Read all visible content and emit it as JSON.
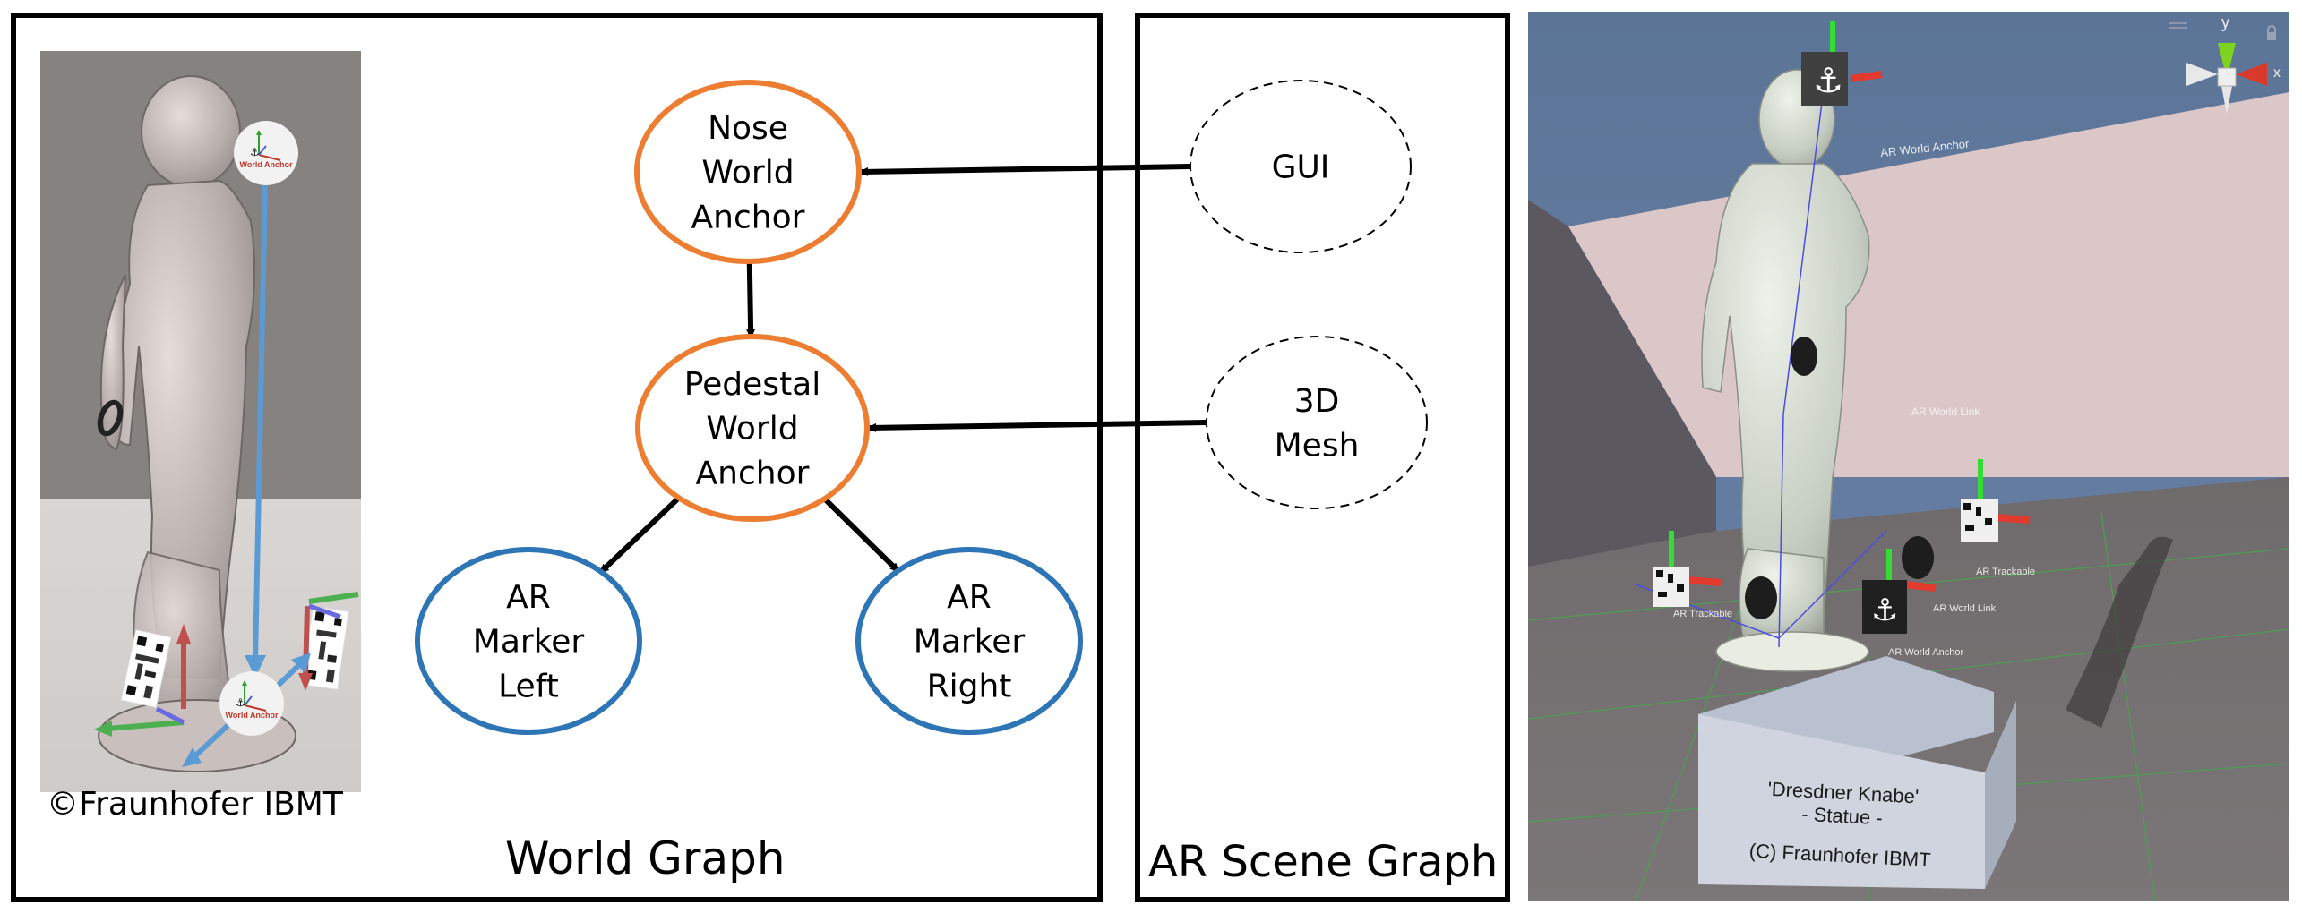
{
  "figure": {
    "left_photo": {
      "caption": "©Fraunhofer IBMT",
      "badges": [
        {
          "label": "World Anchor",
          "icon": "anchor-icon"
        },
        {
          "label": "World Anchor",
          "icon": "anchor-icon"
        }
      ]
    },
    "world_graph": {
      "title": "World Graph",
      "nodes": [
        {
          "id": "nose",
          "lines": [
            "Nose",
            "World",
            "Anchor"
          ],
          "color": "#ED7D31",
          "style": "solid"
        },
        {
          "id": "pedestal",
          "lines": [
            "Pedestal",
            "World",
            "Anchor"
          ],
          "color": "#ED7D31",
          "style": "solid"
        },
        {
          "id": "marker_left",
          "lines": [
            "AR",
            "Marker",
            "Left"
          ],
          "color": "#2E75B6",
          "style": "solid"
        },
        {
          "id": "marker_right",
          "lines": [
            "AR",
            "Marker",
            "Right"
          ],
          "color": "#2E75B6",
          "style": "solid"
        }
      ],
      "edges": [
        {
          "from": "nose",
          "to": "pedestal"
        },
        {
          "from": "pedestal",
          "to": "marker_left"
        },
        {
          "from": "pedestal",
          "to": "marker_right"
        }
      ]
    },
    "ar_scene_graph": {
      "title": "AR Scene Graph",
      "nodes": [
        {
          "id": "gui",
          "lines": [
            "GUI"
          ],
          "style": "dashed"
        },
        {
          "id": "mesh",
          "lines": [
            "3D",
            "Mesh"
          ],
          "style": "dashed"
        }
      ],
      "edges": [
        {
          "from": "gui",
          "to": "nose"
        },
        {
          "from": "mesh",
          "to": "pedestal"
        }
      ]
    },
    "scene_view": {
      "pedestal_label": [
        "'Dresdner Knabe'",
        "- Statue -",
        "(C) Fraunhofer IBMT"
      ],
      "gizmo": {
        "y_label": "y",
        "x_label": "x"
      },
      "overlay_labels": [
        "AR World Anchor",
        "AR World Link",
        "AR Trackable",
        "AR Trackable",
        "AR World Link",
        "AR World Anchor"
      ]
    },
    "colors": {
      "orange": "#ED7D31",
      "blue": "#2E75B6",
      "link_arrow_blue": "#5B9BD5",
      "axis_green": "#4CAF50",
      "axis_red": "#C0504D"
    }
  }
}
